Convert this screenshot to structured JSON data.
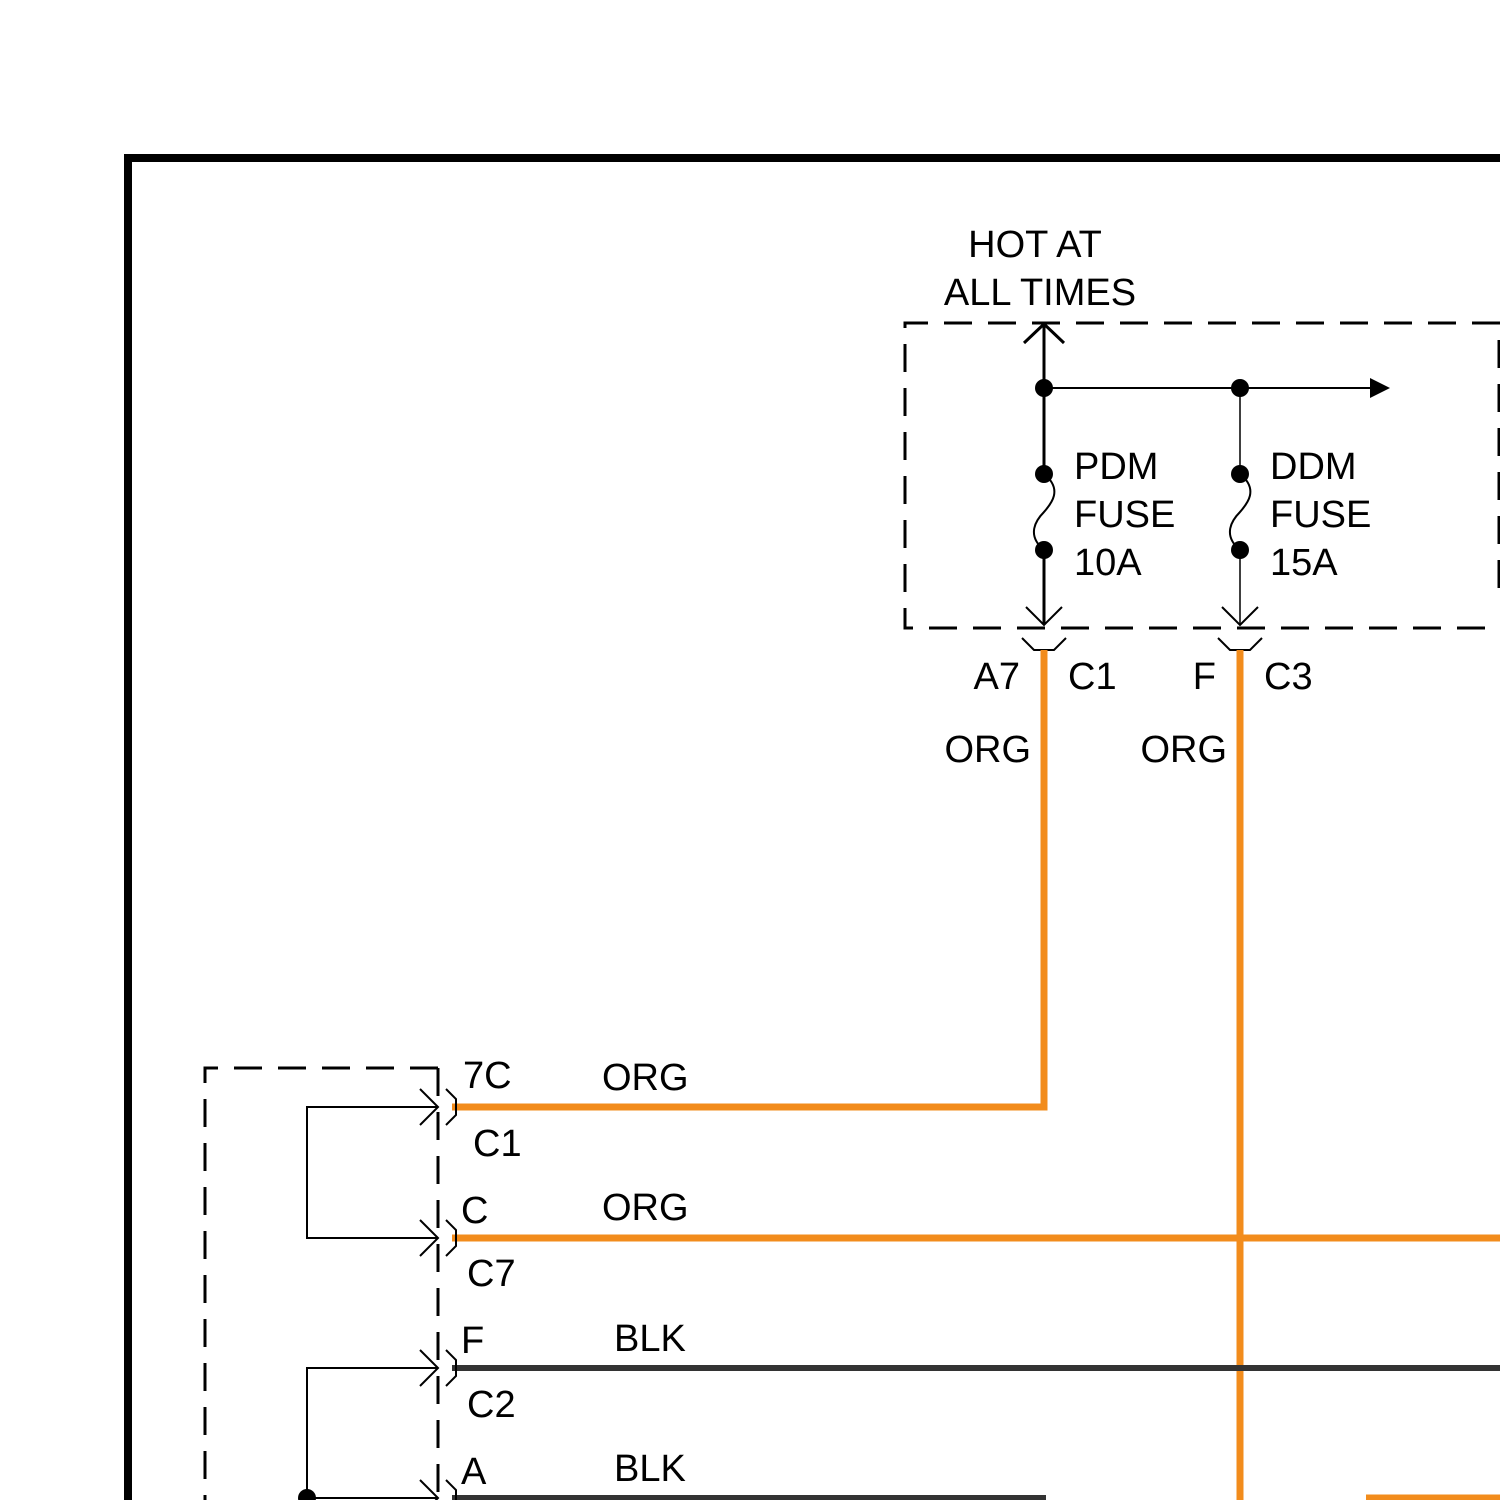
{
  "power_source": {
    "line1": "HOT AT",
    "line2": "ALL TIMES"
  },
  "fuses": [
    {
      "name_line1": "PDM",
      "name_line2": "FUSE",
      "rating": "10A"
    },
    {
      "name_line1": "DDM",
      "name_line2": "FUSE",
      "rating": "15A"
    }
  ],
  "fuse_block_terminals": [
    {
      "pin": "A7",
      "connector": "C1"
    },
    {
      "pin": "F",
      "connector": "C3"
    }
  ],
  "vertical_wire_colors": [
    "ORG",
    "ORG"
  ],
  "module_connectors": [
    {
      "pin": "7C",
      "connector": "C1",
      "wire_color": "ORG"
    },
    {
      "pin": "C",
      "connector": "C7",
      "wire_color": "ORG"
    },
    {
      "pin": "F",
      "connector": "C2",
      "wire_color": "BLK"
    },
    {
      "pin": "A",
      "connector": "",
      "wire_color": "BLK"
    }
  ],
  "colors": {
    "ORG": "#f28c1c",
    "BLK": "#333333",
    "line": "#000000"
  }
}
